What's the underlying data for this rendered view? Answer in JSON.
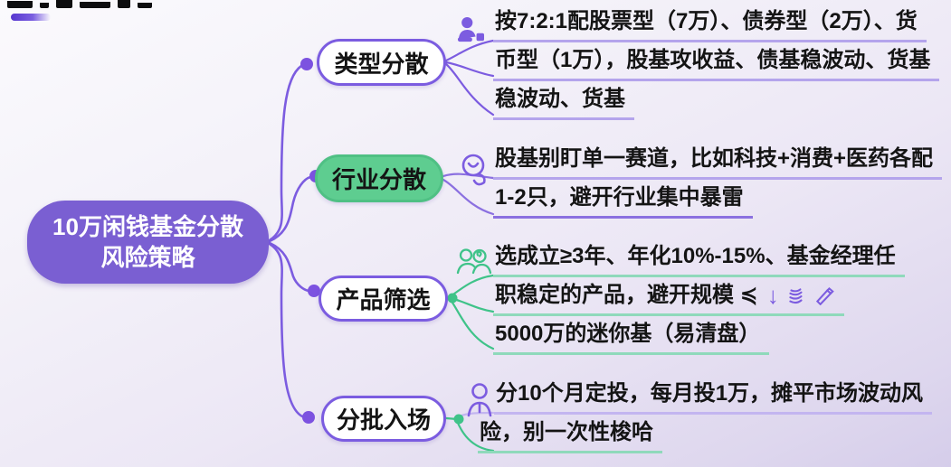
{
  "page": {
    "title_bar_note": "heading cropped at top edge",
    "colors": {
      "accent_purple": "#7c5ce0",
      "root_fill": "#7a5fd2",
      "green_node_fill": "#5ecd90",
      "green_line": "#3fc389",
      "underline_lavender": "#b4a4ec",
      "underline_purple": "#8b70e0",
      "underline_green": "#8fd9bb",
      "background_top": "#fbfafd",
      "background_bottom": "#d5cdea"
    }
  },
  "mindmap": {
    "root": {
      "line1": "10万闲钱基金分散",
      "line2": "风险策略"
    },
    "branches": [
      {
        "label": "类型分散",
        "icon": "person-at-computer-icon",
        "lines": [
          "按7:2:1配股票型（7万）、债券型（2万）、货",
          "币型（1万），股基攻收益、债基稳波动、货基",
          "稳波动、货基"
        ]
      },
      {
        "label": "行业分散",
        "icon": "chat-face-icon",
        "lines": [
          "股基别盯单一赛道，比如科技+消费+医药各配",
          "1-2只，避开行业集中暴雷"
        ]
      },
      {
        "label": "产品筛选",
        "icon": "people-search-icon",
        "lines": [
          "选成立≥3年、年化10%-15%、基金经理任",
          "职稳定的产品，避开规模 ≼",
          "5000万的迷你基（易清盘）"
        ],
        "inline_arrow": "↓",
        "inline_icon_names": [
          "down-arrow-icon",
          "coin-stack-icon",
          "pencil-icon"
        ]
      },
      {
        "label": "分批入场",
        "icon": "person-icon",
        "lines": [
          "分10个月定投，每月投1万，摊平市场波动风",
          "险，别一次性梭哈"
        ]
      }
    ]
  }
}
